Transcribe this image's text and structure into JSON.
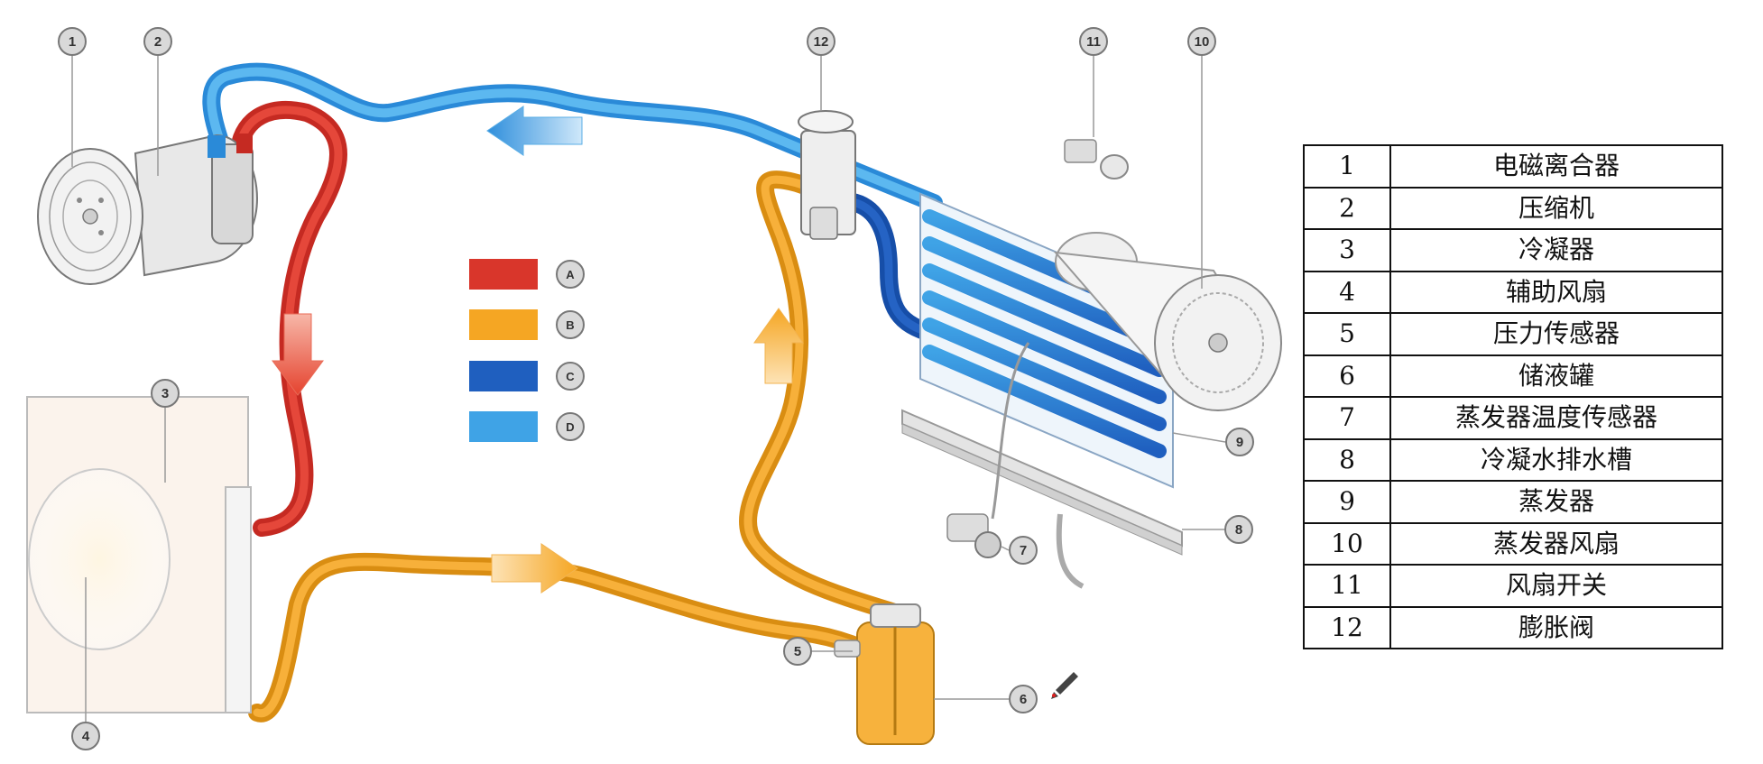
{
  "callouts": [
    "1",
    "2",
    "3",
    "4",
    "5",
    "6",
    "7",
    "8",
    "9",
    "10",
    "11",
    "12"
  ],
  "legend": [
    {
      "label": "A",
      "color": "#d9362b"
    },
    {
      "label": "B",
      "color": "#f5a623"
    },
    {
      "label": "C",
      "color": "#1f5fbf"
    },
    {
      "label": "D",
      "color": "#3fa3e6"
    }
  ],
  "parts_table": [
    {
      "num": "1",
      "name": "电磁离合器"
    },
    {
      "num": "2",
      "name": "压缩机"
    },
    {
      "num": "3",
      "name": "冷凝器"
    },
    {
      "num": "4",
      "name": "辅助风扇"
    },
    {
      "num": "5",
      "name": "压力传感器"
    },
    {
      "num": "6",
      "name": "储液罐"
    },
    {
      "num": "7",
      "name": "蒸发器温度传感器"
    },
    {
      "num": "8",
      "name": "冷凝水排水槽"
    },
    {
      "num": "9",
      "name": "蒸发器"
    },
    {
      "num": "10",
      "name": "蒸发器风扇"
    },
    {
      "num": "11",
      "name": "风扇开关"
    },
    {
      "num": "12",
      "name": "膨胀阀"
    }
  ]
}
